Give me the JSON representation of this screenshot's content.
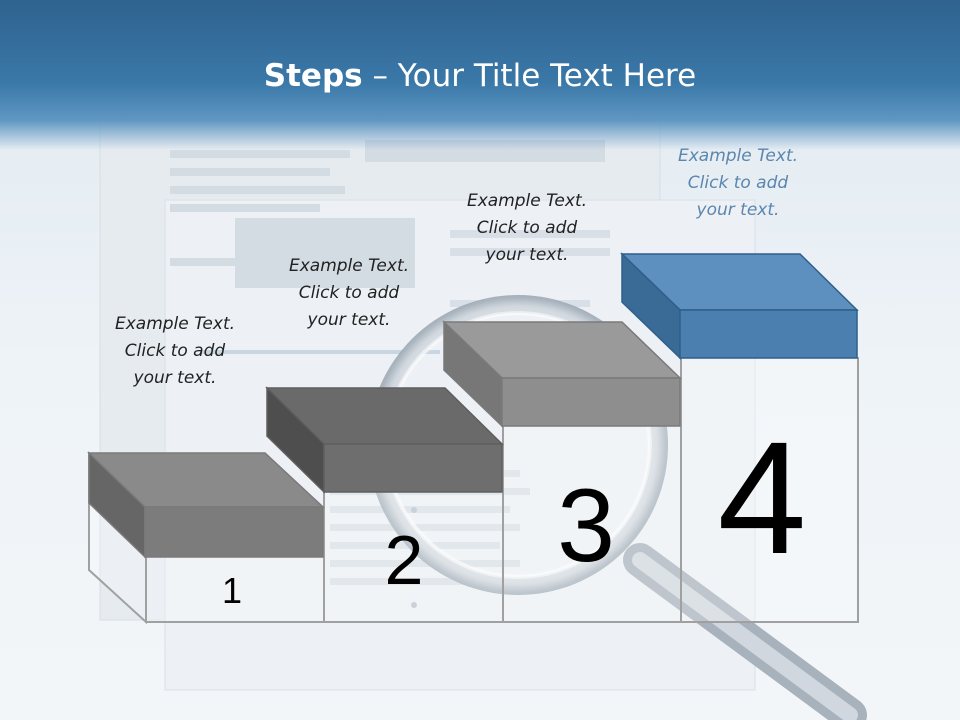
{
  "title": {
    "bold": "Steps",
    "rest": " – Your Title Text Here"
  },
  "steps": [
    {
      "number": "1",
      "lines": [
        "Example Text.",
        "Click  to add",
        "your text."
      ],
      "box_color": "#808080"
    },
    {
      "number": "2",
      "lines": [
        "Example Text.",
        "Click  to add",
        "your text."
      ],
      "box_color": "#6e6e6e"
    },
    {
      "number": "3",
      "lines": [
        "Example Text.",
        "Click  to add",
        "your text."
      ],
      "box_color": "#8c8c8c"
    },
    {
      "number": "4",
      "lines": [
        "Example Text.",
        "Click  to add",
        "your text."
      ],
      "box_color": "#4a7fb0"
    }
  ],
  "colors": {
    "title_bar": "#3a78a8",
    "accent_text": "#5b86ad",
    "outline": "#a0a0a0"
  },
  "background_image": "magnifier-over-document"
}
